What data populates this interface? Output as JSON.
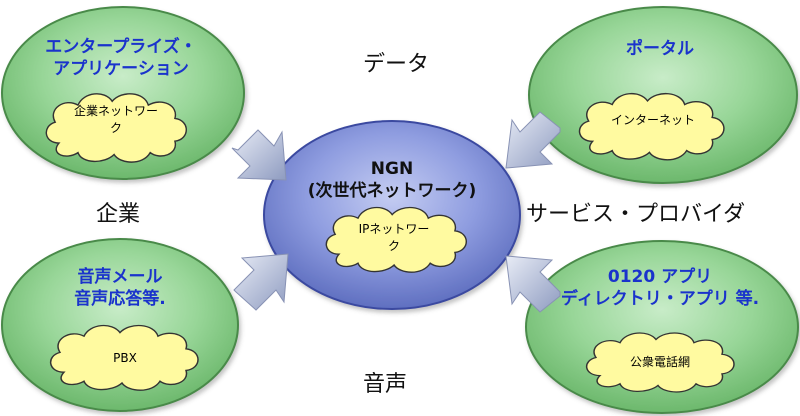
{
  "labels": {
    "data": "データ",
    "enterprise": "企業",
    "service_provider": "サービス・プロバイダ",
    "voice": "音声"
  },
  "center": {
    "title_line1": "NGN",
    "title_line2": "(次世代ネットワーク)",
    "cloud_line1": "IPネットワー",
    "cloud_line2": "ク"
  },
  "top_left": {
    "title_line1": "エンタープライズ・",
    "title_line2": "アプリケーション",
    "cloud_line1": "企業ネットワー",
    "cloud_line2": "ク"
  },
  "top_right": {
    "title": "ポータル",
    "cloud": "インターネット"
  },
  "bottom_left": {
    "title_line1": "音声メール",
    "title_line2": "音声応答等.",
    "cloud": "PBX"
  },
  "bottom_right": {
    "title_line1": "0120 アプリ",
    "title_line2": "ディレクトリ・アプリ 等.",
    "cloud": "公衆電話網"
  },
  "colors": {
    "green_ellipse": "#86cc86",
    "blue_ellipse": "#7f8fd6",
    "cloud_fill": "#fffaa0",
    "text_blue": "#1a33cc",
    "arrow": "#b9c3da"
  }
}
